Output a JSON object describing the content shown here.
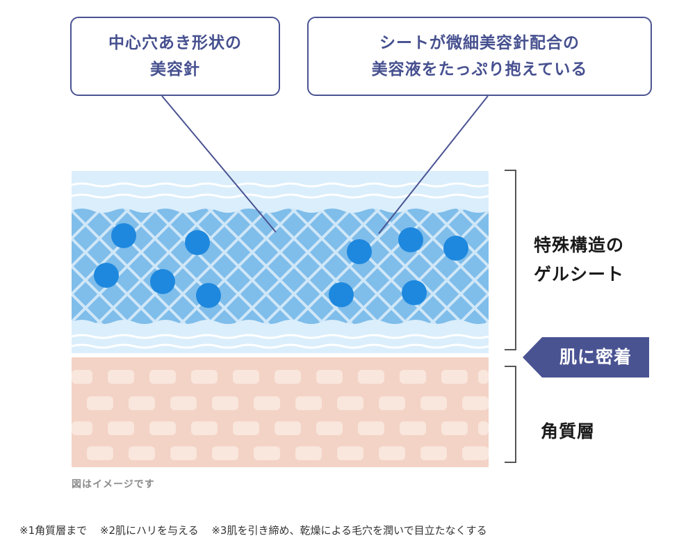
{
  "callouts": [
    {
      "lines": [
        "中心穴あき形状の",
        "美容針"
      ]
    },
    {
      "lines": [
        "シートが微細美容針配合の",
        "美容液をたっぷり抱えている"
      ]
    }
  ],
  "labels": {
    "gel_sheet": [
      "特殊構造の",
      "ゲルシート"
    ],
    "adhesion": "肌に密着",
    "stratum_corneum": "角質層"
  },
  "image_note": "図はイメージです",
  "footnotes": [
    "※1角質層まで",
    "※2肌にハリを与える",
    "※3肌を引き締め、乾燥による毛穴を潤いで目立たなくする"
  ],
  "colors": {
    "navy": "#4a5392",
    "gel_light": "#dbeefb",
    "gel_mid": "#7fbdea",
    "needle_dot": "#1e88de",
    "skin": "#f3d3c5",
    "skin_cell": "#f9e6dd"
  }
}
